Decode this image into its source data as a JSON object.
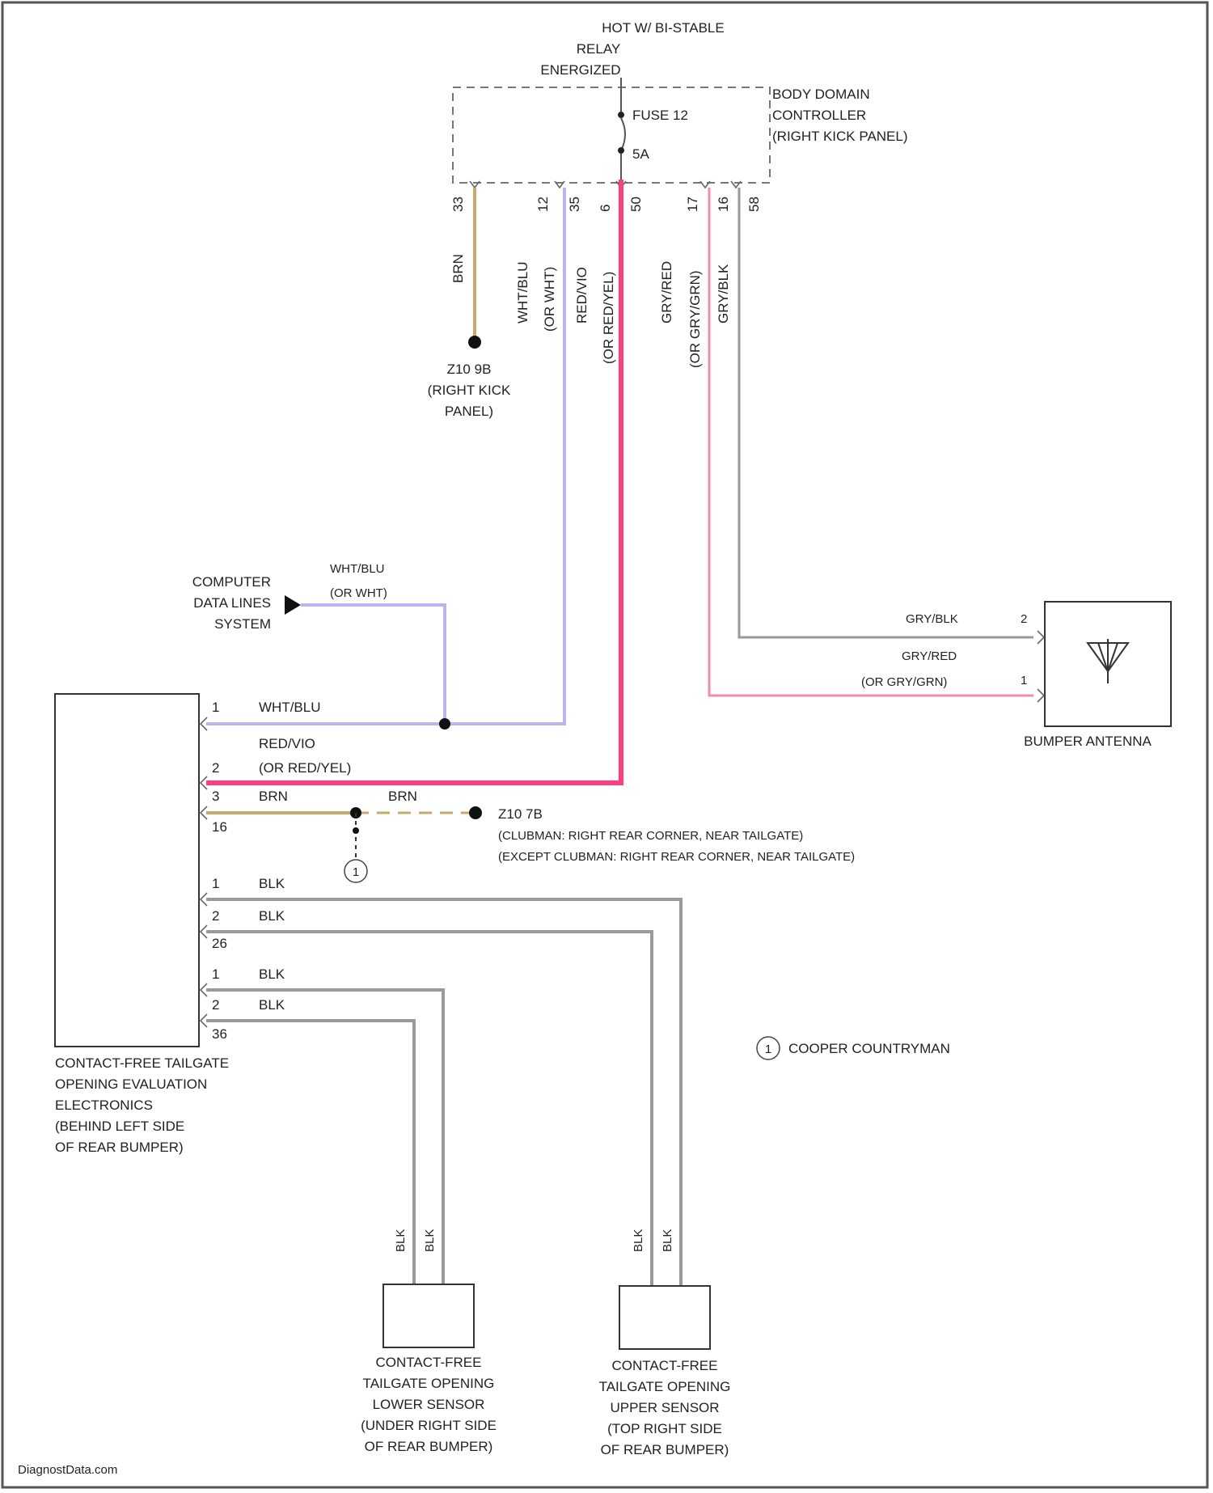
{
  "colors": {
    "brown": "#c8a96e",
    "violet": "#b9b6ee",
    "red": "#ff3d7f",
    "pink": "#ee8fa5",
    "gray": "#9a9a9a",
    "black": "#333333"
  },
  "header": {
    "hot_lines": [
      "HOT W/ BI-STABLE",
      "RELAY",
      "ENERGIZED"
    ]
  },
  "bdc": {
    "lines": [
      "BODY DOMAIN",
      "CONTROLLER",
      "(RIGHT KICK PANEL)"
    ],
    "fuse_label": "FUSE 12",
    "fuse_amps": "5A",
    "pins": [
      "33",
      "12",
      "35",
      "6",
      "50",
      "17",
      "16",
      "58"
    ]
  },
  "wires_vertical": {
    "brn": "BRN",
    "wht_blu": "WHT/BLU",
    "or_wht": "(OR WHT)",
    "red_vio": "RED/VIO",
    "or_red_yel": "(OR RED/YEL)",
    "gry_red": "GRY/RED",
    "or_gry_grn": "(OR GRY/GRN)",
    "gry_blk": "GRY/BLK"
  },
  "ground1": {
    "lines": [
      "Z10 9B",
      "(RIGHT KICK",
      "PANEL)"
    ]
  },
  "computer": {
    "lines": [
      "COMPUTER",
      "DATA LINES",
      "SYSTEM"
    ],
    "wire_label_1": "WHT/BLU",
    "wire_label_2": "(OR WHT)"
  },
  "antenna": {
    "caption": "BUMPER ANTENNA",
    "wire_top": "GRY/BLK",
    "pin_top": "2",
    "wire_bot_1": "GRY/RED",
    "wire_bot_2": "(OR GRY/GRN)",
    "pin_bot": "1"
  },
  "module": {
    "lines": [
      "CONTACT-FREE TAILGATE",
      "OPENING EVALUATION",
      "ELECTRONICS",
      "(BEHIND LEFT SIDE",
      "OF REAR BUMPER)"
    ],
    "pins": [
      "1",
      "2",
      "3",
      "16",
      "1",
      "2",
      "26",
      "1",
      "2",
      "36"
    ],
    "wire_wht_blu": "WHT/BLU",
    "wire_red_vio": "RED/VIO",
    "wire_or_red_yel": "(OR RED/YEL)",
    "wire_brn": "BRN",
    "wire_brn2": "BRN",
    "wire_blk": "BLK"
  },
  "ground2": {
    "id": "Z10 7B",
    "line1": "(CLUBMAN: RIGHT REAR CORNER, NEAR TAILGATE)",
    "line2": "(EXCEPT CLUBMAN: RIGHT REAR CORNER, NEAR TAILGATE)"
  },
  "legend": {
    "symbol": "1",
    "text": "COOPER COUNTRYMAN"
  },
  "lower_sensor": {
    "lines": [
      "CONTACT-FREE",
      "TAILGATE OPENING",
      "LOWER SENSOR",
      "(UNDER RIGHT SIDE",
      "OF REAR BUMPER)"
    ],
    "wire1": "BLK",
    "wire2": "BLK"
  },
  "upper_sensor": {
    "lines": [
      "CONTACT-FREE",
      "TAILGATE OPENING",
      "UPPER SENSOR",
      "(TOP RIGHT SIDE",
      "OF REAR BUMPER)"
    ],
    "wire1": "BLK",
    "wire2": "BLK"
  },
  "watermark": "DiagnostData.com"
}
